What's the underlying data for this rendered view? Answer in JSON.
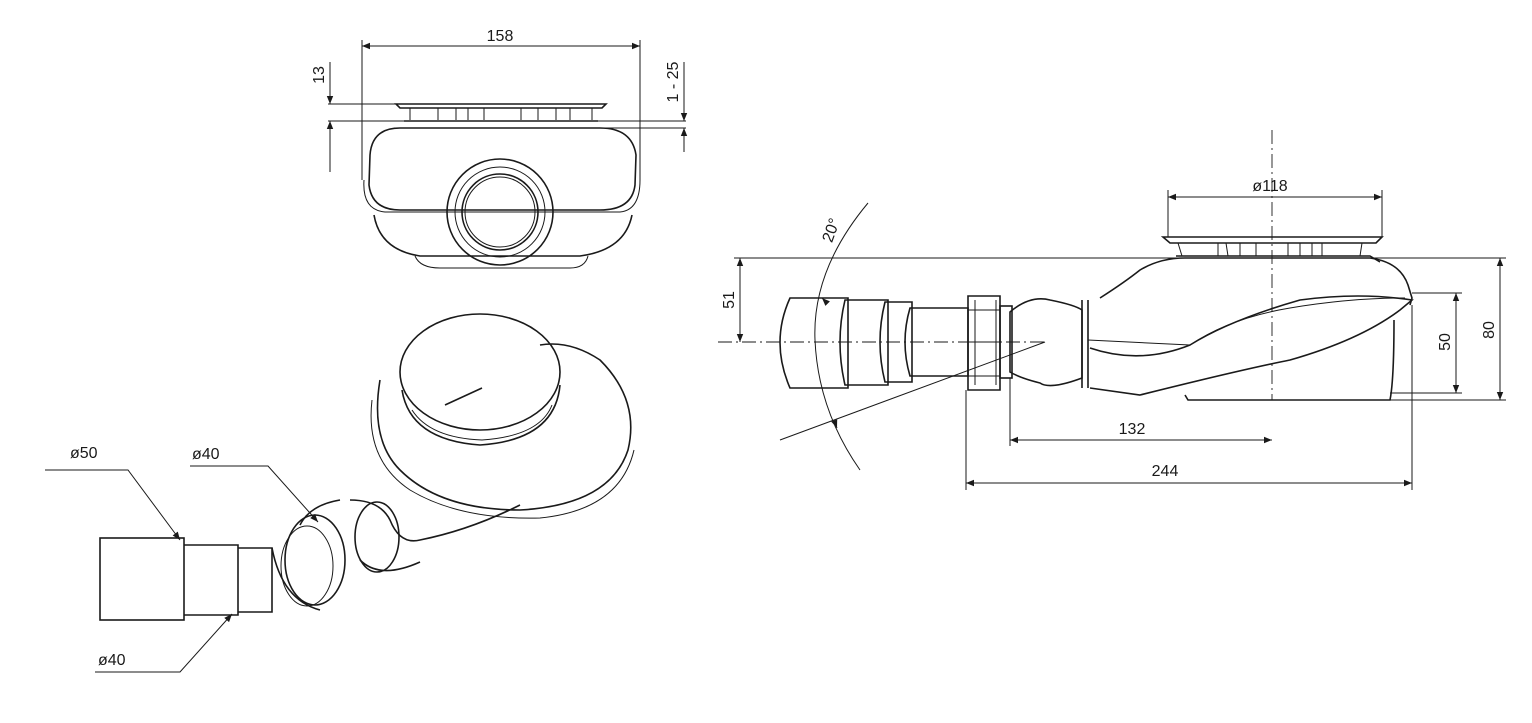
{
  "title": "Shower drain technical drawing",
  "top_view": {
    "width": "158",
    "grate_height": "13",
    "adjust_range": "1 - 25"
  },
  "iso_view": {
    "outlet_dia_large": "ø50",
    "outlet_dia_mid": "ø40",
    "outlet_dia_small": "ø40"
  },
  "side_view": {
    "grate_dia": "ø118",
    "angle": "20°",
    "outlet_height": "51",
    "body_height_low": "50",
    "total_height": "80",
    "center_to_outlet": "132",
    "total_length": "244"
  }
}
